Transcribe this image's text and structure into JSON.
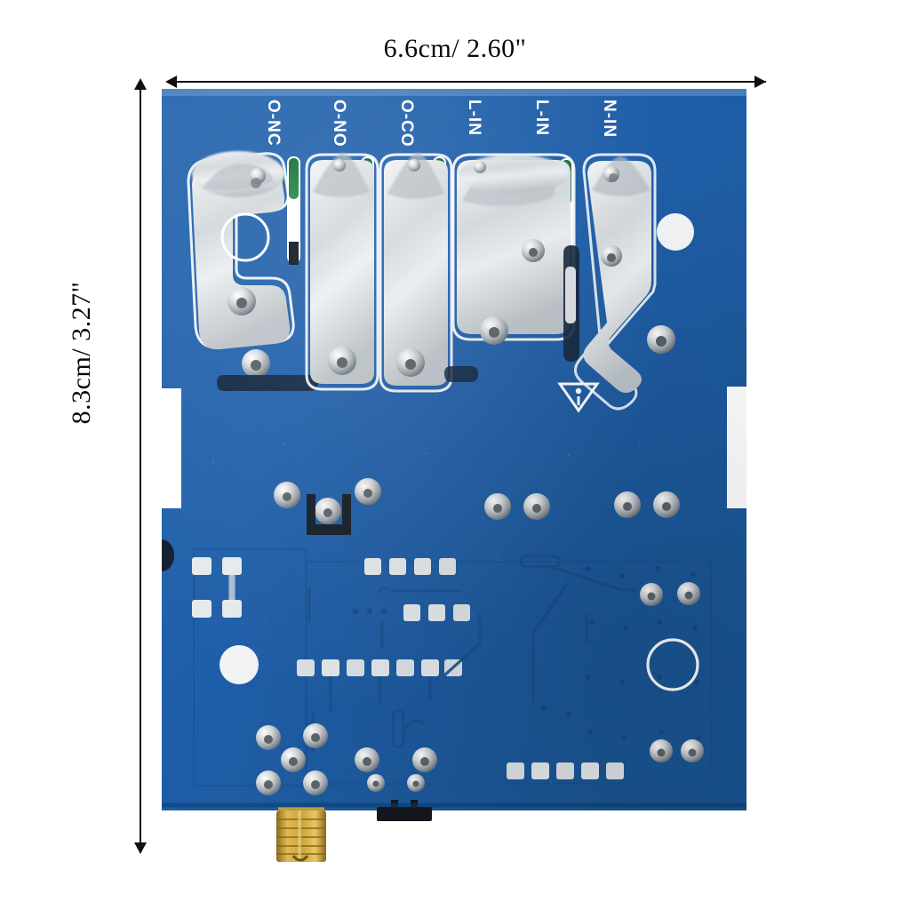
{
  "image": {
    "subject": "wifi-relay-pcb-board",
    "background_color": "#ffffff"
  },
  "dimensions": {
    "width_label": "6.6cm/ 2.60\"",
    "height_label": "8.3cm/ 3.27\"",
    "line_color": "#111111"
  },
  "board": {
    "solder_mask_color": "#1f5ea8",
    "solder_mask_color_dark": "#174d8e",
    "silkscreen_color": "#ffffff",
    "tinned_trace_color": "#d9dde0",
    "green_slot_color": "#1f7a3d",
    "connector_color": "#c8a23c"
  },
  "silkscreen": {
    "terminal_labels": [
      {
        "id": "o-nc",
        "text": "O-NC"
      },
      {
        "id": "o-no",
        "text": "O-NO"
      },
      {
        "id": "o-co",
        "text": "O-CO"
      },
      {
        "id": "l-in-1",
        "text": "L-IN"
      },
      {
        "id": "l-in-2",
        "text": "L-IN"
      },
      {
        "id": "n-in",
        "text": "N-IN"
      }
    ],
    "warning_symbol": "warning-triangle"
  }
}
